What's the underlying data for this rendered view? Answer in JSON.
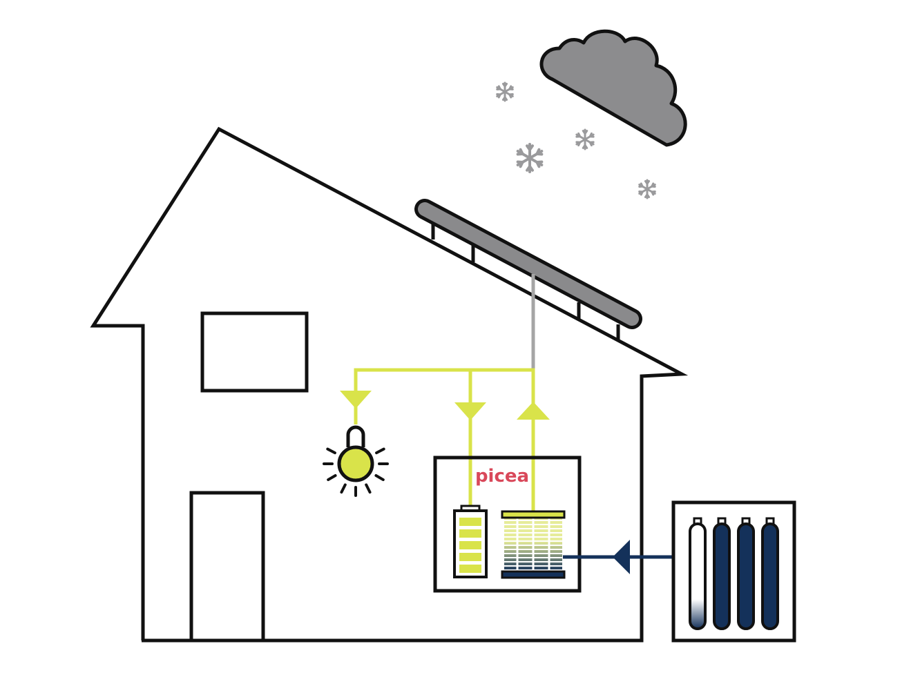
{
  "brand": {
    "name": "picea"
  },
  "colors": {
    "outline": "#111111",
    "yellow": "#D9E34A",
    "cloud": "#8C8C8E",
    "snow": "#9A9A9C",
    "panel": "#8A8A8C",
    "gray_wire": "#A5A5A5",
    "navy": "#14315A",
    "brand_red": "#D9485A"
  },
  "icons": [
    "cloud-icon",
    "snowflake-icon",
    "solar-panel-icon",
    "light-bulb-icon",
    "battery-icon",
    "hydrogen-storage-icon",
    "hydrogen-tank-icon"
  ],
  "state": {
    "battery_charge_fraction": 1.0,
    "hydrogen_tanks_fill": [
      0.15,
      1.0,
      1.0,
      1.0
    ]
  }
}
